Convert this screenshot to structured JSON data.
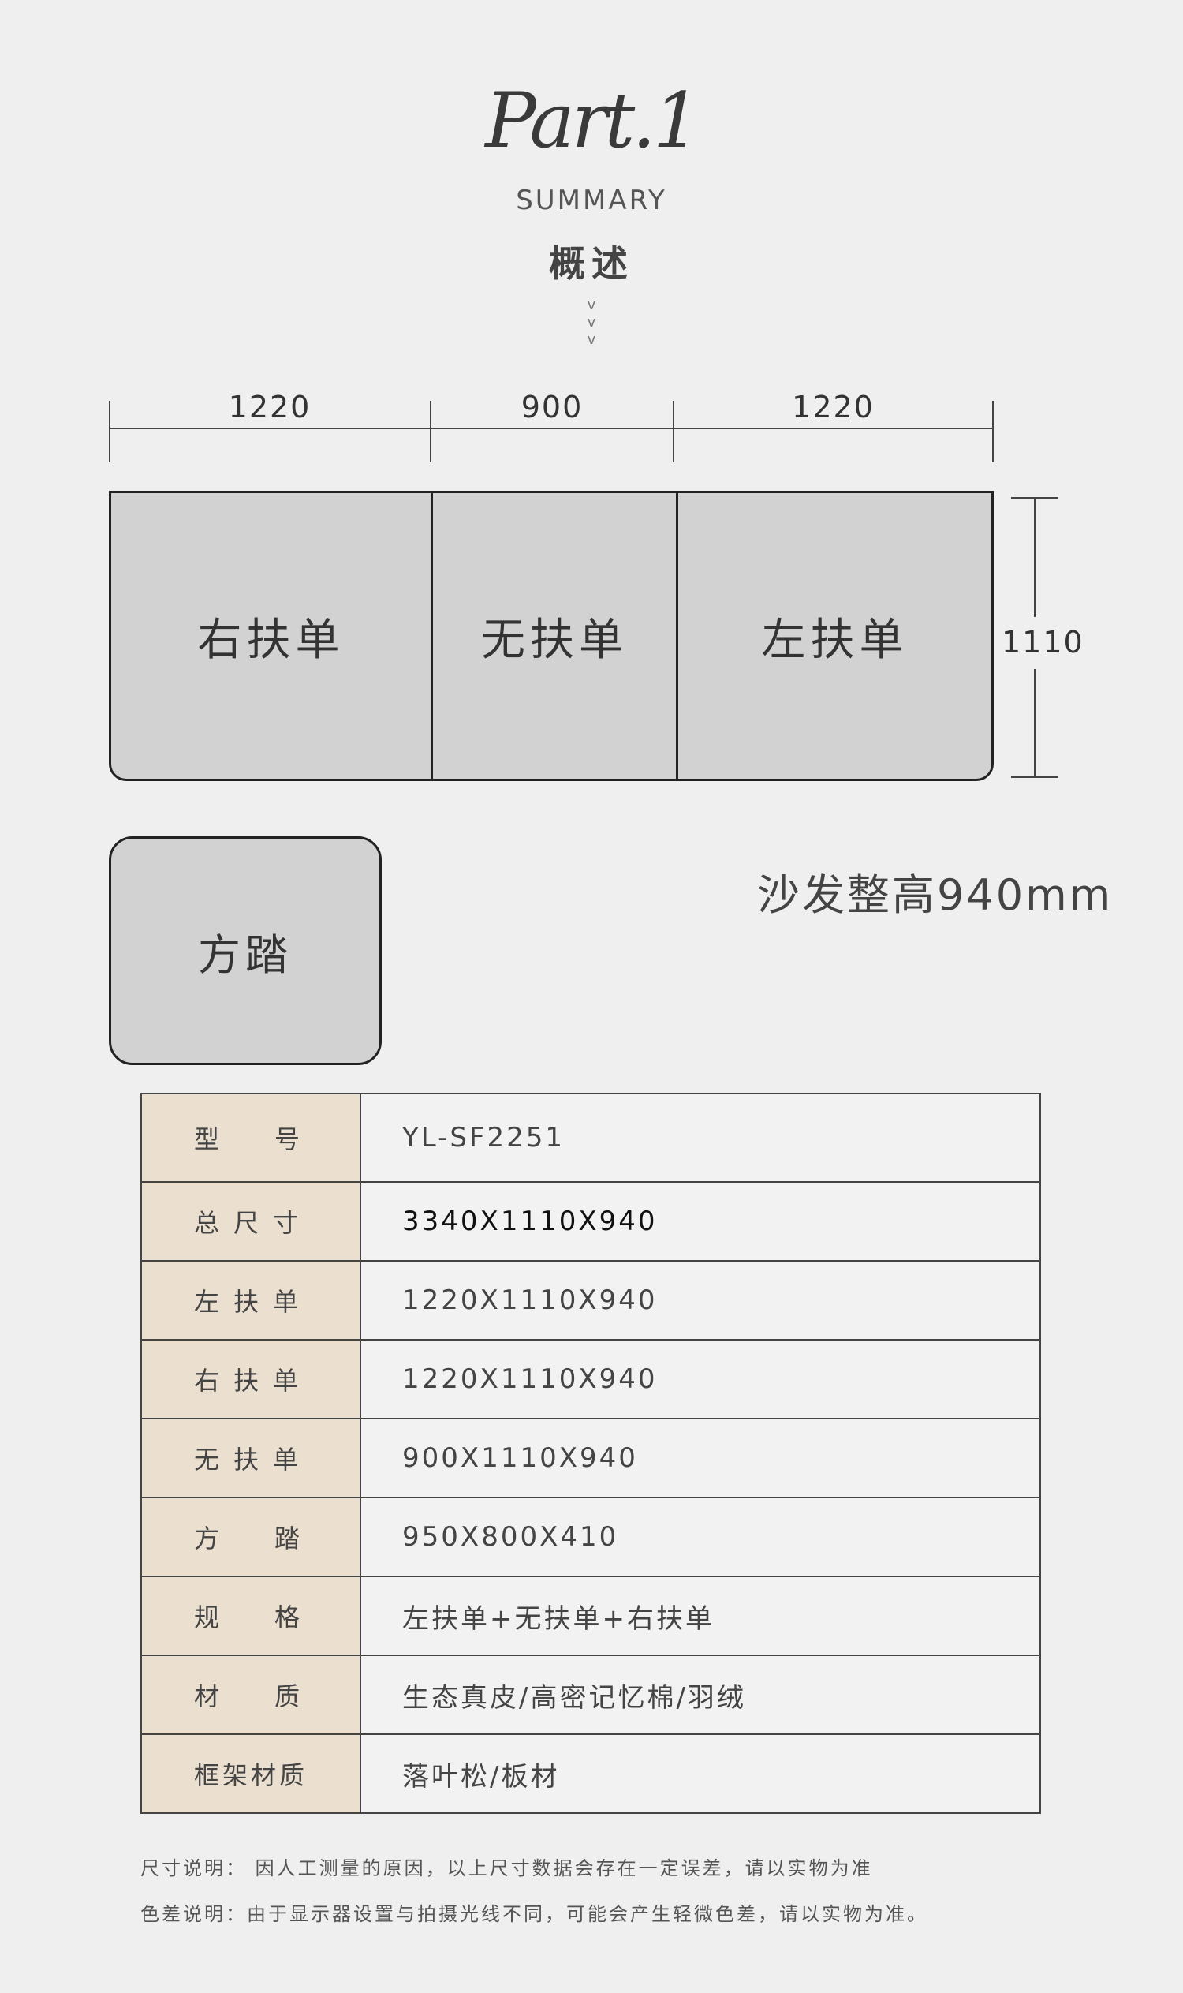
{
  "header": {
    "part": "Part.1",
    "summary": "SUMMARY",
    "overview": "概述",
    "chevron": "v"
  },
  "dimensions": {
    "widths": [
      "1220",
      "900",
      "1220"
    ],
    "depth": "1110"
  },
  "sofa": {
    "segments": [
      "右扶单",
      "无扶单",
      "左扶单"
    ],
    "ottoman": "方踏",
    "height_note": "沙发整高940mm"
  },
  "spec_table": [
    {
      "label": "型号",
      "value": "YL-SF2251"
    },
    {
      "label": "总尺寸",
      "value": "3340X1110X940"
    },
    {
      "label": "左扶单",
      "value": "1220X1110X940"
    },
    {
      "label": "右扶单",
      "value": "1220X1110X940"
    },
    {
      "label": "无扶单",
      "value": "900X1110X940"
    },
    {
      "label": "方踏",
      "value": "950X800X410"
    },
    {
      "label": "规格",
      "value": "左扶单+无扶单+右扶单"
    },
    {
      "label": "材质",
      "value": "生态真皮/高密记忆棉/羽绒"
    },
    {
      "label": "框架材质",
      "value": "落叶松/板材"
    }
  ],
  "footnotes": {
    "size_note": "尺寸说明： 因人工测量的原因，以上尺寸数据会存在一定误差，请以实物为准",
    "color_note": "色差说明：由于显示器设置与拍摄光线不同，可能会产生轻微色差，请以实物为准。"
  },
  "colors": {
    "background": "#efefef",
    "label_cell": "#ebe0cf",
    "sofa_fill": "#d2d2d2",
    "outline": "#222222"
  }
}
